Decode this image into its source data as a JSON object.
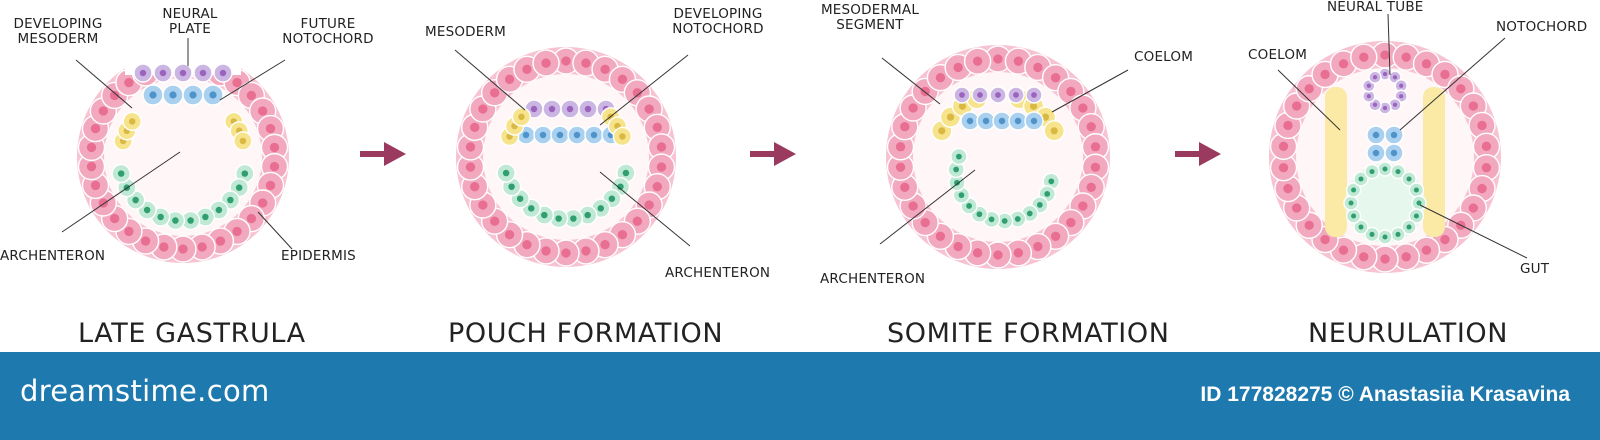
{
  "stages": [
    {
      "title": "LATE  GASTRULA",
      "labels": {
        "developing_mesoderm": "DEVELOPING\nMESODERM",
        "neural_plate": "NEURAL\nPLATE",
        "future_notochord": "FUTURE\nNOTOCHORD",
        "archenteron": "ARCHENTERON",
        "epidermis": "EPIDERMIS"
      }
    },
    {
      "title": "POUCH FORMATION",
      "labels": {
        "mesoderm": "MESODERM",
        "developing_notochord": "DEVELOPING\nNOTOCHORD",
        "archenteron": "ARCHENTERON"
      }
    },
    {
      "title": "SOMITE  FORMATION",
      "labels": {
        "mesodermal_segment": "MESODERMAL\nSEGMENT",
        "coelom": "COELOM",
        "archenteron": "ARCHENTERON"
      }
    },
    {
      "title": "NEURULATION",
      "labels": {
        "neural_tube": "NEURAL TUBE",
        "notochord": "NOTOCHORD",
        "coelom": "COELOM",
        "gut": "GUT"
      }
    }
  ],
  "footer": {
    "brand": "dreamstime.com",
    "credit": "ID 177828275 © Anastasiia Krasavina"
  },
  "colors": {
    "epidermis": "#f2a9bf",
    "epidermis_nucleus": "#e86f92",
    "mesoderm": "#f6e38b",
    "neural": "#cbb6e3",
    "neural_nucleus": "#9b63bd",
    "notochord": "#a9d1ef",
    "notochord_nucleus": "#4f93cb",
    "endoderm": "#bfe8d5",
    "endoderm_nucleus": "#2f9f70",
    "arrow": "#9b3a5f",
    "banner": "#1e79ae"
  }
}
